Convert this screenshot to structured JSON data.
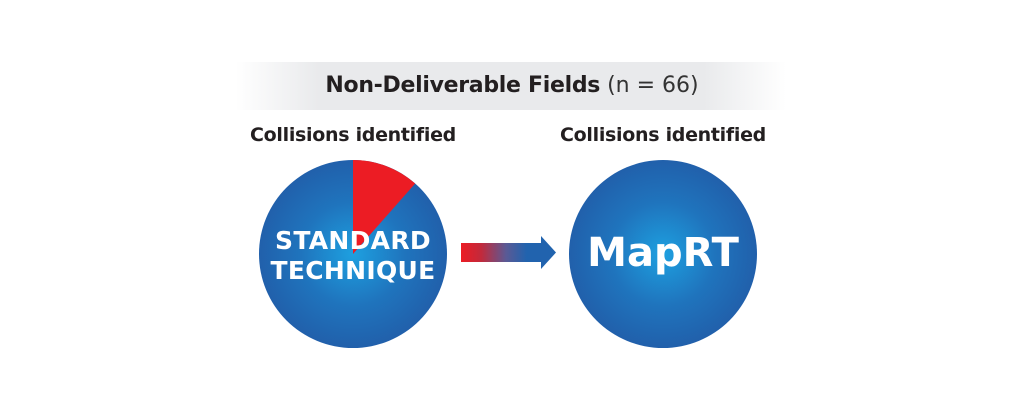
{
  "title": {
    "bold": "Non-Deliverable Fields",
    "suffix": "(n = 66)"
  },
  "left": {
    "label": "Collisions identified",
    "circle_text_line1": "STANDARD",
    "circle_text_line2": "TECHNIQUE",
    "collision_fraction": 0.115
  },
  "right": {
    "label": "Collisions identified",
    "circle_text": "MapRT",
    "collision_fraction": 0
  },
  "colors": {
    "blue": "#2163ae",
    "blue_center": "#1ea0e0",
    "red": "#ec1c24",
    "text": "#231f20"
  }
}
